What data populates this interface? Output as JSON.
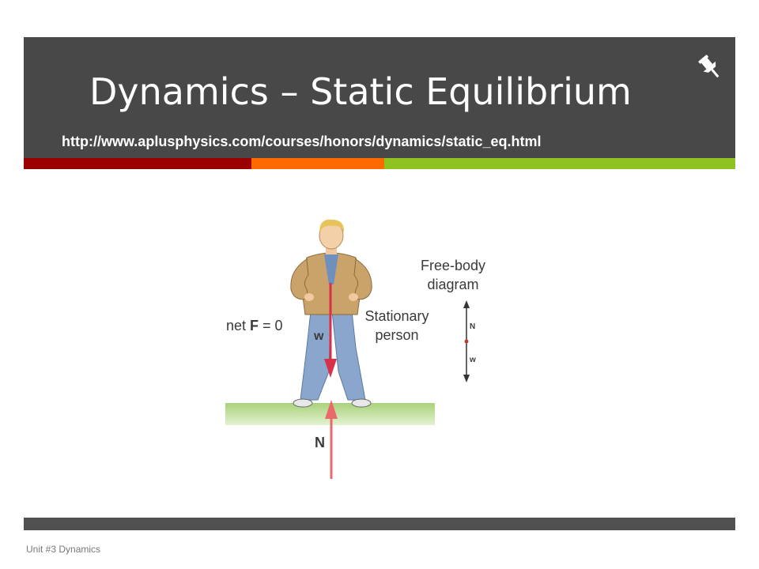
{
  "slide": {
    "title": "Dynamics – Static Equilibrium",
    "url": "http://www.aplusphysics.com/courses/honors/dynamics/static_eq.html",
    "footer": "Unit #3 Dynamics"
  },
  "figure": {
    "label_net_force_prefix": "net ",
    "label_net_force_F": "F",
    "label_net_force_suffix": " = 0",
    "label_stationary_line1": "Stationary",
    "label_stationary_line2": "person",
    "label_fbd_line1": "Free-body",
    "label_fbd_line2": "diagram",
    "label_w": "w",
    "label_N": "N",
    "label_fbd_N": "N",
    "label_fbd_w": "w"
  },
  "colors": {
    "header_bg": "#484848",
    "stripe_red": "#9b0000",
    "stripe_orange": "#ff6a00",
    "stripe_green": "#8dc21f",
    "arrow_red": "#d9304a",
    "arrow_salmon": "#e86a6a",
    "ground_green": "#a8d27a"
  },
  "icons": {
    "header_icon": "pushpin-icon"
  }
}
